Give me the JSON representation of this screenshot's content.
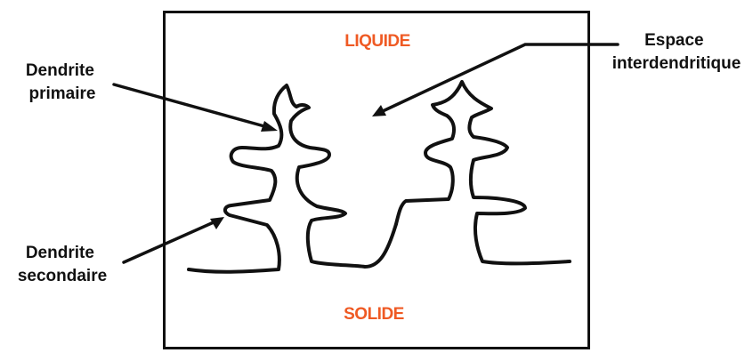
{
  "colors": {
    "phase_label": "#ef5a24",
    "ink": "#111111",
    "background": "#ffffff"
  },
  "phases": {
    "liquid": "LIQUIDE",
    "solid": "SOLIDE"
  },
  "labels": {
    "primary_dendrite": [
      "Dendrite",
      "primaire"
    ],
    "secondary_dendrite": [
      "Dendrite",
      "secondaire"
    ],
    "interdendritic_space": [
      "Espace",
      "interdendritique"
    ]
  }
}
